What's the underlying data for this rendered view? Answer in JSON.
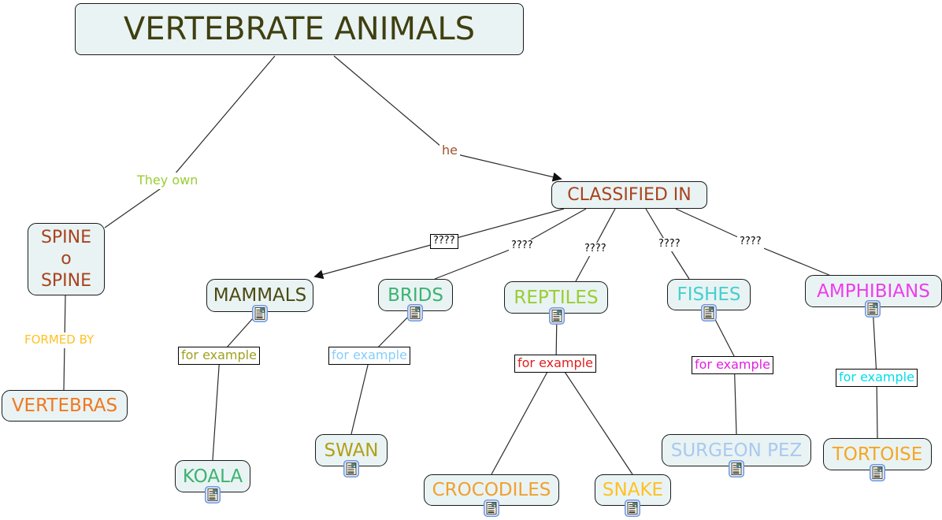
{
  "diagram": {
    "app": "concept-map",
    "node_style": {
      "background": "#e9f3f3",
      "border": "#1a1a1a"
    },
    "nodes": {
      "title": {
        "label": "VERTEBRATE ANIMALS",
        "color": "#3f3f10"
      },
      "spine": {
        "lines": [
          "SPINE",
          "o",
          "SPINE"
        ],
        "color": "#a8431e"
      },
      "classified_in": {
        "label": "CLASSIFIED IN",
        "color": "#a8431e"
      },
      "mammals": {
        "label": "MAMMALS",
        "color": "#4a4a12"
      },
      "brids": {
        "label": "BRIDS",
        "color": "#3cb371"
      },
      "reptiles": {
        "label": "REPTILES",
        "color": "#9acd32"
      },
      "fishes": {
        "label": "FISHES",
        "color": "#45cfcf"
      },
      "amphibians": {
        "label": "AMPHIBIANS",
        "color": "#ee3cee"
      },
      "vertebras": {
        "label": "VERTEBRAS",
        "color": "#f07820"
      },
      "koala": {
        "label": "KOALA",
        "color": "#3cb371"
      },
      "swan": {
        "label": "SWAN",
        "color": "#b0a018"
      },
      "crocodiles": {
        "label": "CROCODILES",
        "color": "#f0a030"
      },
      "snake": {
        "label": "SNAKE",
        "color": "#ffc125"
      },
      "surgeon_pez": {
        "label": "SURGEON PEZ",
        "color": "#a9c9f0"
      },
      "tortoise": {
        "label": "TORTOISE",
        "color": "#f5a623"
      }
    },
    "links": {
      "they_own": {
        "label": "They own",
        "color": "#9acd32"
      },
      "he": {
        "label": "he",
        "color": "#a0522d"
      },
      "formed_by": {
        "label": "FORMED BY",
        "color": "#ffc125"
      },
      "unknown_1": {
        "label": "????",
        "color": "#000000"
      },
      "unknown_2": {
        "label": "????",
        "color": "#000000"
      },
      "unknown_3": {
        "label": "????",
        "color": "#000000"
      },
      "unknown_4": {
        "label": "????",
        "color": "#000000"
      },
      "unknown_5": {
        "label": "????",
        "color": "#000000"
      },
      "for_example_mammals": {
        "label": "for example",
        "color": "#a0a020"
      },
      "for_example_brids": {
        "label": "for example",
        "color": "#87cefa"
      },
      "for_example_reptiles": {
        "label": "for example",
        "color": "#e02020"
      },
      "for_example_fishes": {
        "label": "for example",
        "color": "#e020e0"
      },
      "for_example_amphibians": {
        "label": "for example",
        "color": "#00dded"
      }
    },
    "icon": {
      "name": "resource-icon"
    }
  }
}
